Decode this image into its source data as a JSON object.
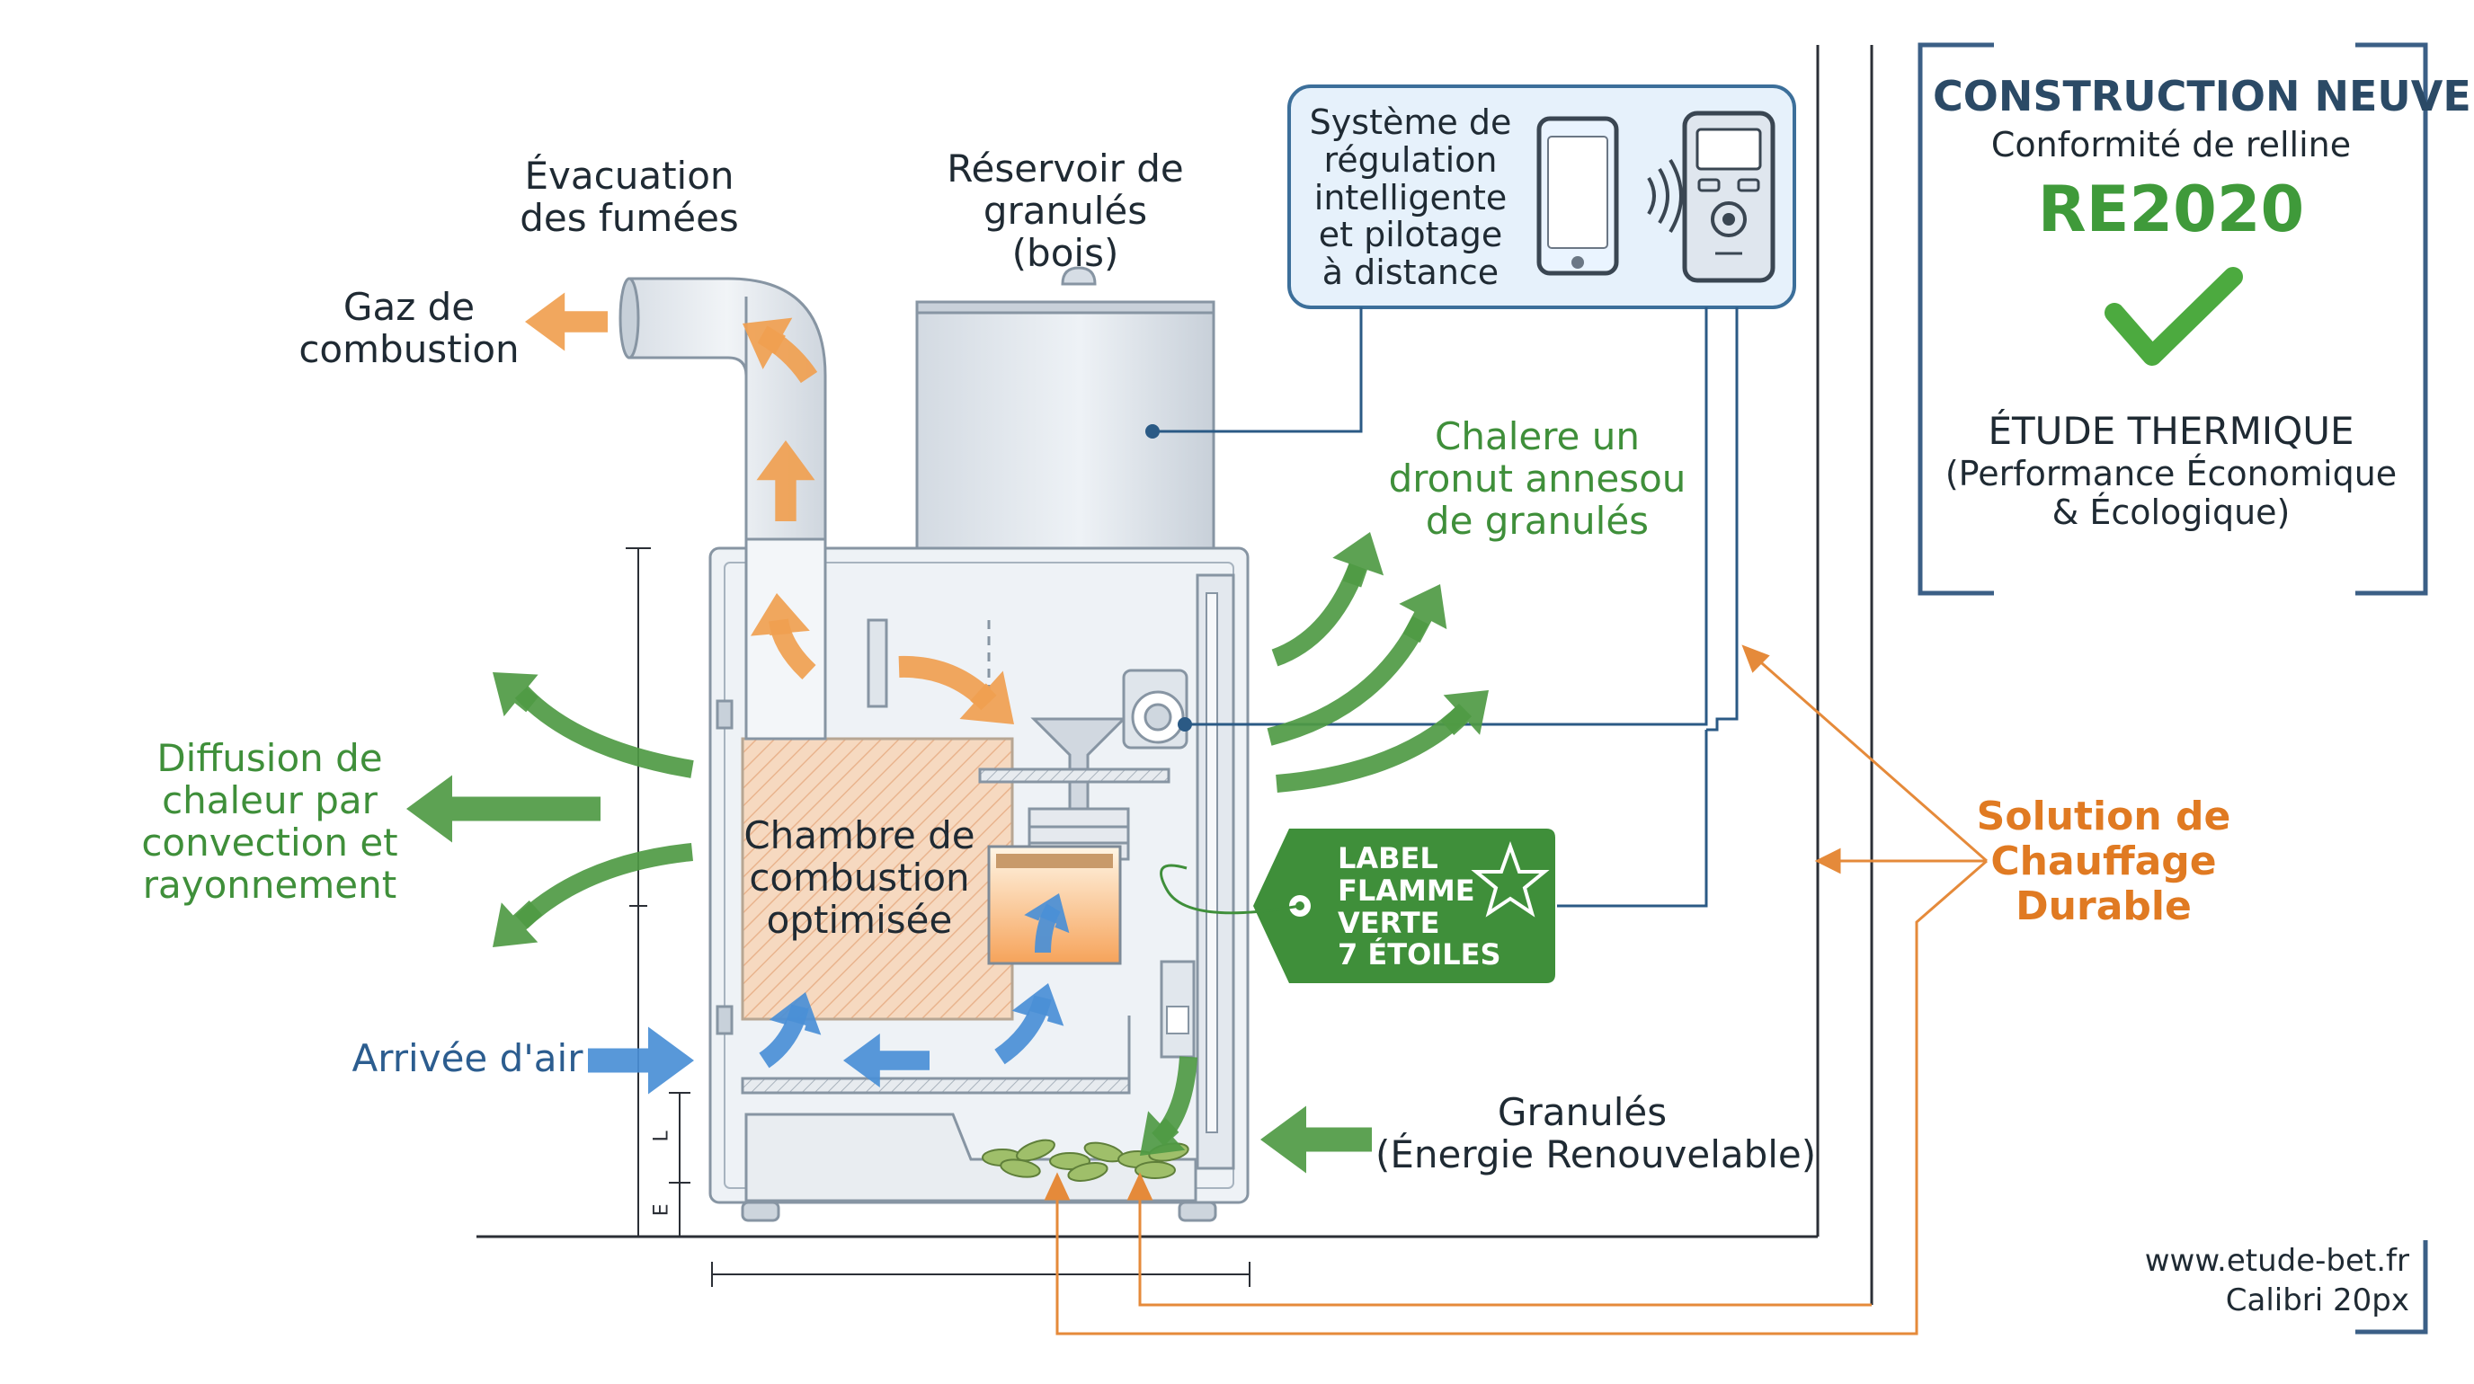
{
  "labels": {
    "evacuation": [
      "Évacuation",
      "des fumées"
    ],
    "gaz": [
      "Gaz de",
      "combustion"
    ],
    "reservoir": [
      "Réservoir de",
      "granulés",
      "(bois)"
    ],
    "regulation": [
      "Système de",
      "régulation",
      "intelligente",
      "et pilotage",
      "à distance"
    ],
    "chaleur": [
      "Chalere un",
      "dronut annesou",
      "de granulés"
    ],
    "diffusion": [
      "Diffusion de",
      "chaleur par",
      "convection et",
      "rayonnement"
    ],
    "chambre": [
      "Chambre de",
      "combustion",
      "optimisée"
    ],
    "arrivee": "Arrivée d'air",
    "granules": [
      "Granulés",
      "(Énergie Renouvelable)"
    ],
    "solution": [
      "Solution de",
      "Chauffage",
      "Durable"
    ],
    "tag": [
      "LABEL",
      "FLAMME",
      "VERTE",
      "7 ÉTOILES"
    ],
    "dim_l": "L",
    "dim_e": "E"
  },
  "panel": {
    "title": "CONSTRUCTION NEUVE",
    "subtitle": "Conformité de relline",
    "badge": "RE2020",
    "study": "ÉTUDE THERMIQUE",
    "study_sub": [
      "(Performance Économique",
      "& Écologique)"
    ]
  },
  "footer": {
    "website": "www.etude-bet.fr",
    "font_note": "Calibri 20px"
  },
  "colors": {
    "orange": "#f0a050",
    "green": "#4f9a44",
    "blue": "#4a8fd6",
    "tag": "#3f8f3a",
    "line": "#2b5a85"
  }
}
